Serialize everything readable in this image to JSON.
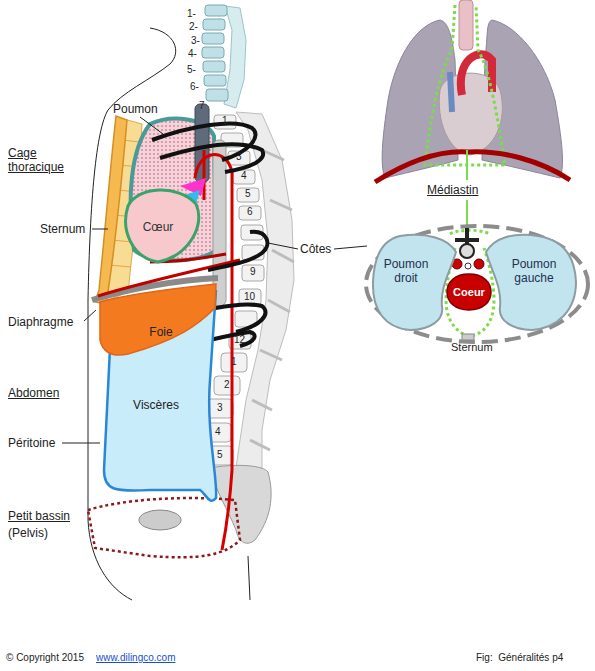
{
  "diagram": {
    "nodes": [
      {
        "text": [
          "Cœur"
        ]
      },
      {
        "text": [
          "Foie"
        ]
      },
      {
        "text": [
          "Viscères"
        ]
      },
      {
        "text": [
          "Poumon droit"
        ]
      },
      {
        "text": [
          "Poumon gauche"
        ]
      },
      {
        "text": [
          "Coeur"
        ]
      }
    ],
    "labels": [
      "1-",
      "2-",
      "3-",
      "4-",
      "5-",
      "6-",
      "7",
      "Poumon",
      "1",
      "3",
      "Cage thoracique",
      "4",
      "5",
      "Sternum",
      "6",
      "Côtes",
      "9",
      "10",
      "Diaphragme",
      "12",
      "1",
      "Abdomen",
      "2",
      "3",
      "4",
      "5",
      "Péritoine",
      "Petit bassin",
      "(Pelvis)",
      "Médiastin",
      "Sternum",
      "© Copyright 2015",
      "www.dilingco.com",
      "Fig:  Généralités p4"
    ]
  }
}
